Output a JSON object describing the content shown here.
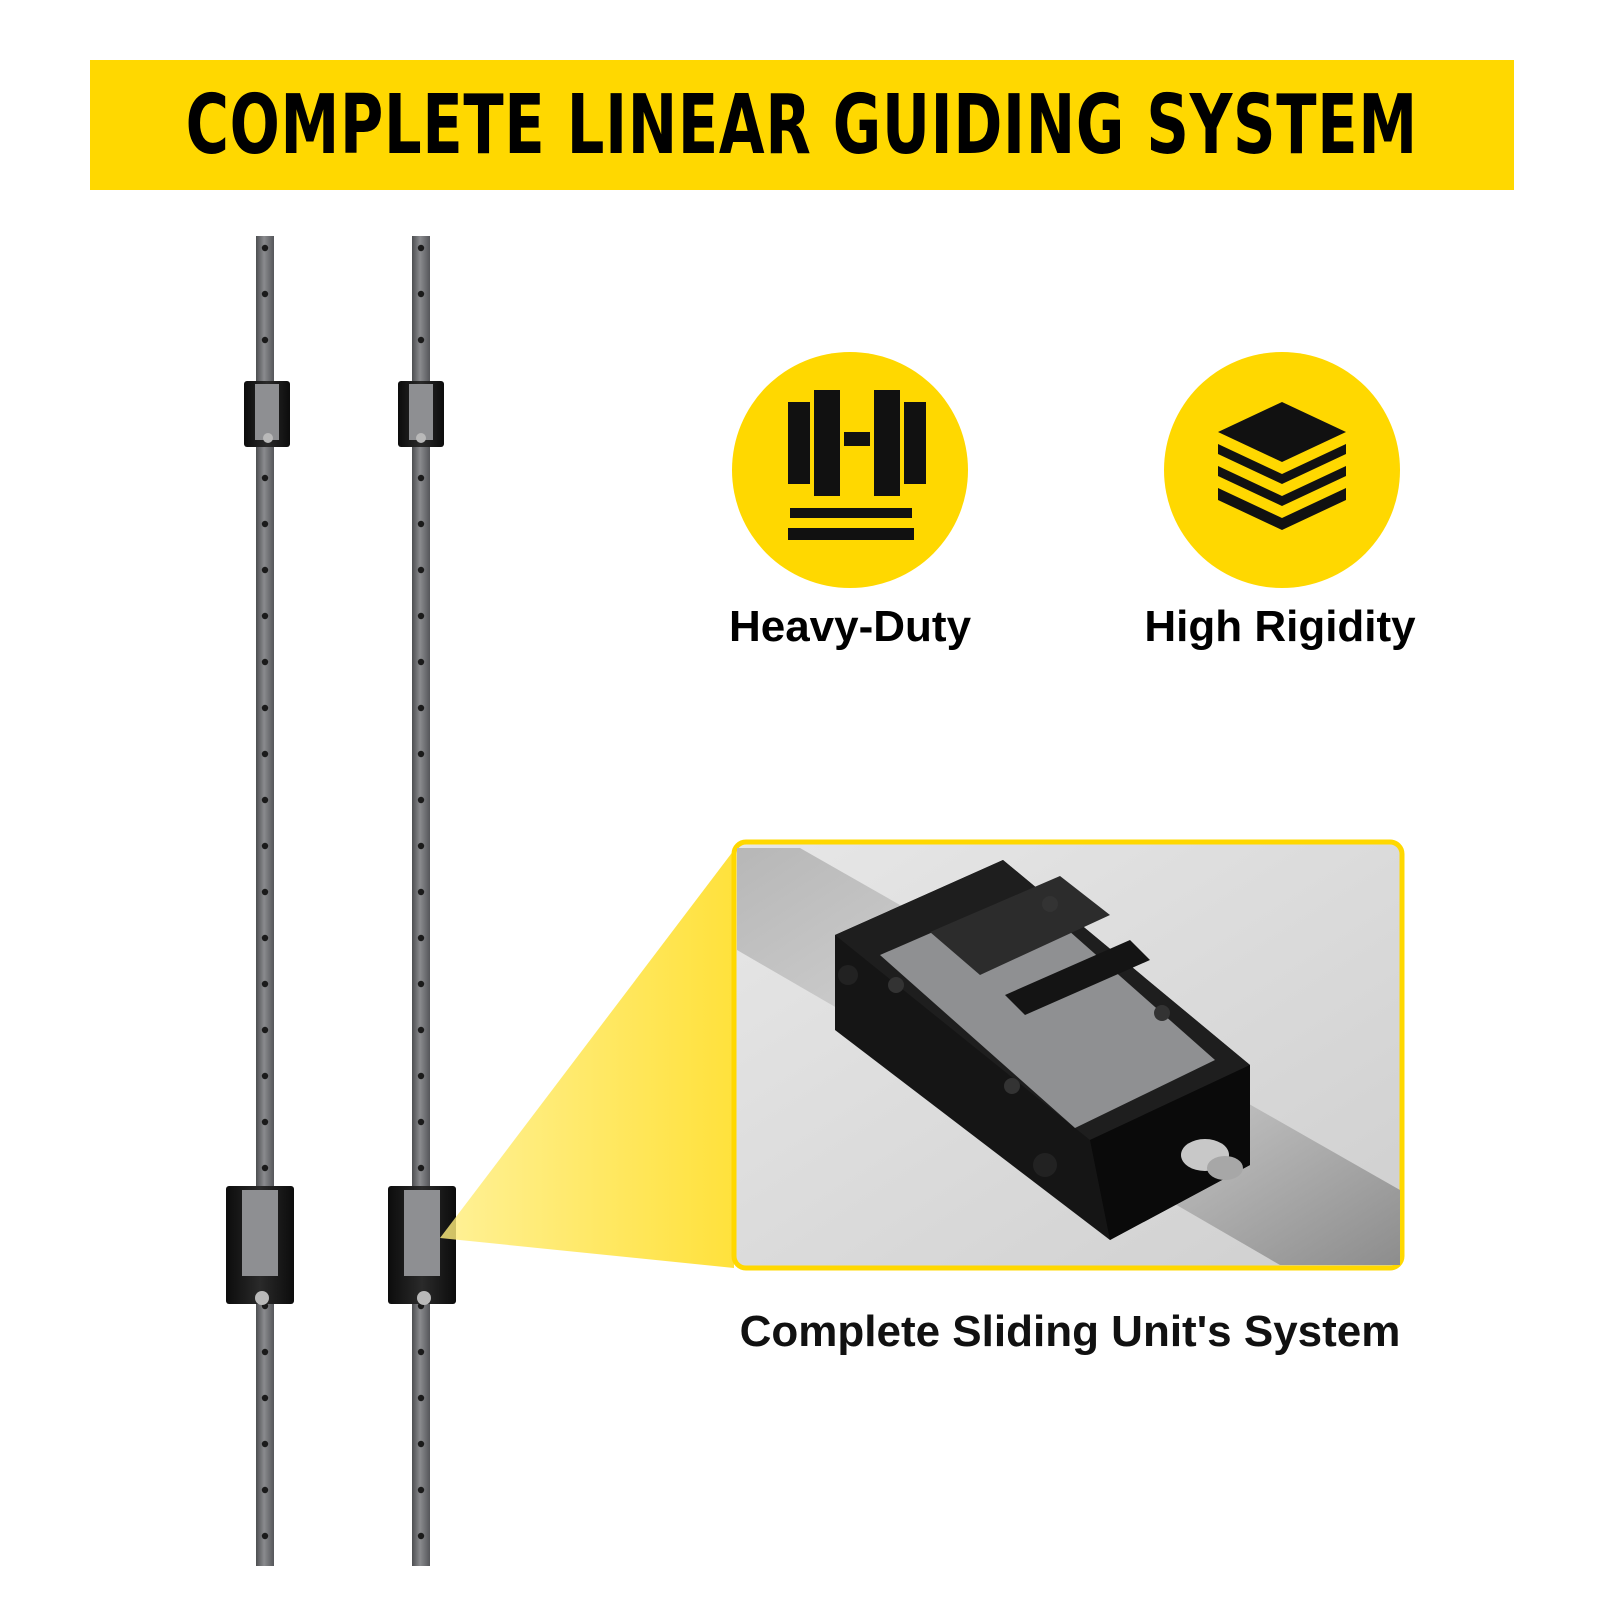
{
  "banner": {
    "title": "COMPLETE LINEAR GUIDING SYSTEM",
    "color": "#FFD800"
  },
  "features": [
    {
      "label": "Heavy-Duty",
      "icon": "heavy-duty-icon"
    },
    {
      "label": "High Rigidity",
      "icon": "layers-icon"
    }
  ],
  "detail": {
    "caption": "Complete Sliding Unit's System",
    "icon": "slider-block-icon"
  },
  "colors": {
    "accent": "#FFD800",
    "rail": "#6f7073",
    "block": "#151515"
  }
}
